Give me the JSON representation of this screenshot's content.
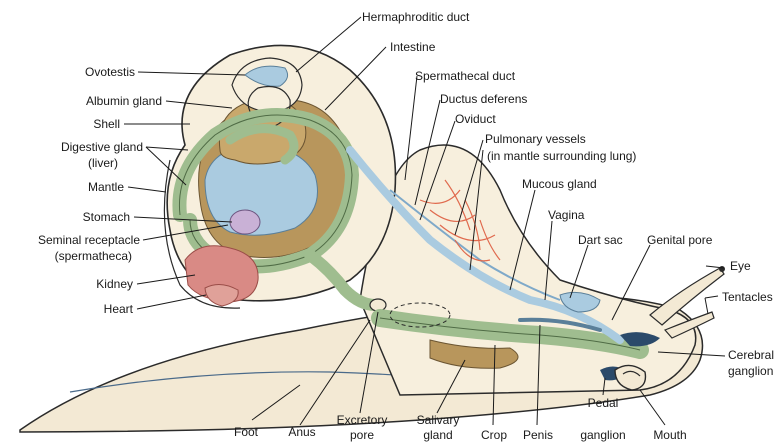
{
  "labels": {
    "hermaphroditic_duct": "Hermaphroditic duct",
    "intestine": "Intestine",
    "spermathecal_duct": "Spermathecal duct",
    "ductus_deferens": "Ductus deferens",
    "oviduct": "Oviduct",
    "pulmonary_vessels_1": "Pulmonary vessels",
    "pulmonary_vessels_2": "(in mantle surrounding lung)",
    "mucous_gland": "Mucous gland",
    "vagina": "Vagina",
    "dart_sac": "Dart sac",
    "genital_pore": "Genital pore",
    "eye": "Eye",
    "tentacles": "Tentacles",
    "cerebral_ganglion_1": "Cerebral",
    "cerebral_ganglion_2": "ganglion",
    "ovotestis": "Ovotestis",
    "albumin_gland": "Albumin gland",
    "shell": "Shell",
    "digestive_gland_1": "Digestive gland",
    "digestive_gland_2": "(liver)",
    "mantle": "Mantle",
    "stomach": "Stomach",
    "seminal_receptacle_1": "Seminal receptacle",
    "seminal_receptacle_2": "(spermatheca)",
    "kidney": "Kidney",
    "heart": "Heart",
    "foot": "Foot",
    "anus": "Anus",
    "excretory_pore_1": "Excretory",
    "excretory_pore_2": "pore",
    "salivary_gland_1": "Salivary",
    "salivary_gland_2": "gland",
    "crop": "Crop",
    "penis": "Penis",
    "pedal_ganglion_1": "Pedal",
    "pedal_ganglion_2": "ganglion",
    "mouth": "Mouth"
  },
  "colors": {
    "body": "#f3e9d4",
    "body_outline": "#2b2b2b",
    "shell_inner": "#f7efdd",
    "shell_band": "#b8965c",
    "green_tube": "#9fbd8f",
    "blue_gland": "#aacbe0",
    "kidney": "#d98a85",
    "vessel_red": "#e06a4e",
    "leader": "#1a1a1a"
  }
}
